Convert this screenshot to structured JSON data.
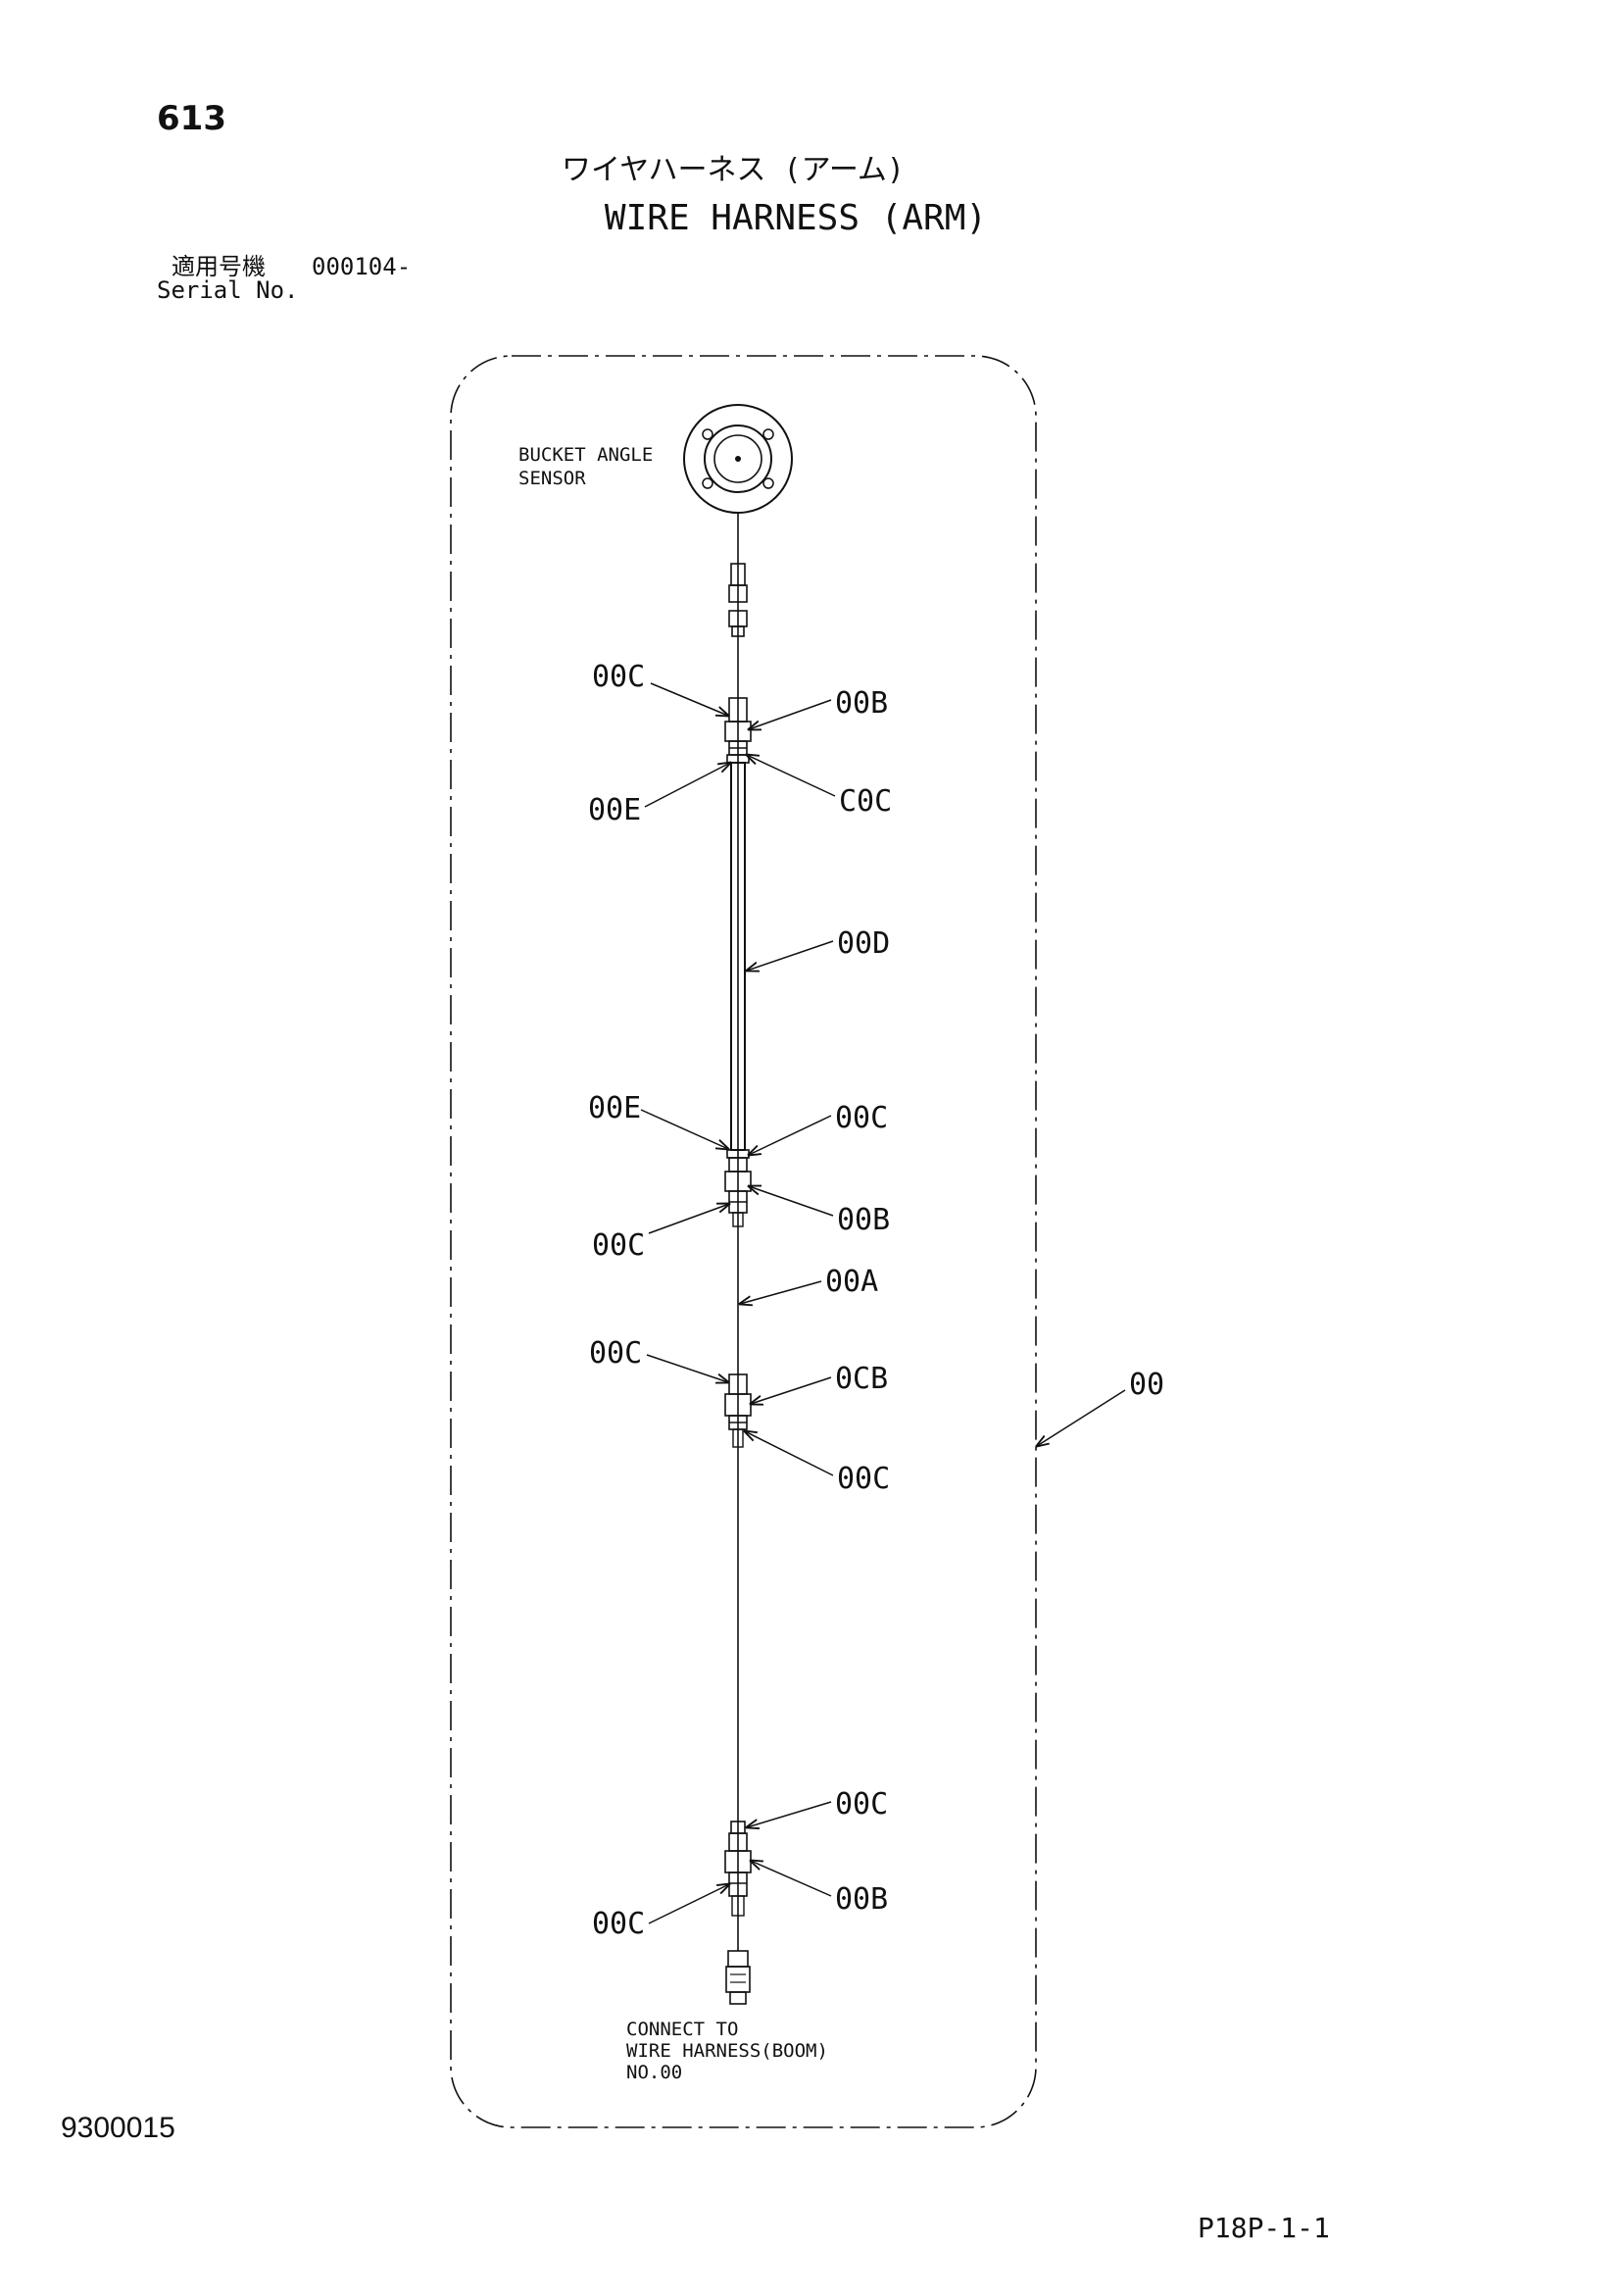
{
  "header": {
    "page_number": "613",
    "title_jp": "ワイヤハーネス (アーム)",
    "title_en": "WIRE HARNESS (ARM)",
    "serial_label_jp": "適用号機",
    "serial_value": "000104-",
    "serial_label_en": "Serial No."
  },
  "labels": {
    "sensor_line1": "BUCKET ANGLE",
    "sensor_line2": "SENSOR",
    "connect_line1": "CONNECT TO",
    "connect_line2": "WIRE HARNESS(BOOM)",
    "connect_line3": "NO.00"
  },
  "callouts": {
    "c1": "00C",
    "c2": "00B",
    "c3": "00E",
    "c4": "C0C",
    "c5": "00D",
    "c6": "00E",
    "c7": "00C",
    "c8": "00B",
    "c9": "00C",
    "c10": "00A",
    "c11": "00C",
    "c12": "0CB",
    "c13": "00C",
    "c14": "00",
    "c15": "00C",
    "c16": "00B",
    "c17": "00C"
  },
  "footer": {
    "doc_number": "9300015",
    "page_code": "P18P-1-1"
  }
}
